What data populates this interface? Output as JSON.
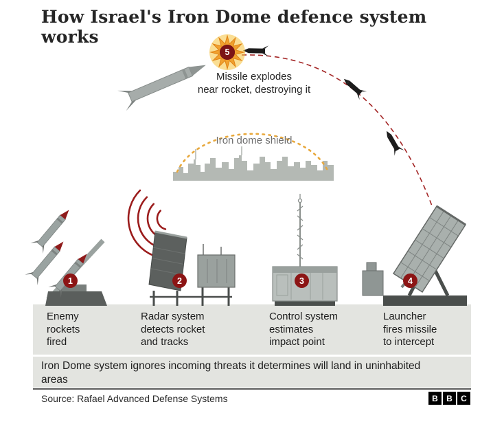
{
  "title": "How Israel's Iron Dome defence system works",
  "explosion": {
    "badge": "5",
    "caption": "Missile explodes\nnear rocket, destroying it"
  },
  "shield_label": "Iron dome shield",
  "steps": [
    {
      "badge": "1",
      "label": "Enemy\nrockets\nfired"
    },
    {
      "badge": "2",
      "label": "Radar system\ndetects rocket\nand tracks"
    },
    {
      "badge": "3",
      "label": "Control system\nestimates\nimpact point"
    },
    {
      "badge": "4",
      "label": "Launcher\nfires missile\nto intercept"
    }
  ],
  "footnote": "Iron Dome system ignores incoming threats it determines will land in uninhabited areas",
  "source": "Source: Rafael Advanced Defense Systems",
  "logo_letters": [
    "B",
    "B",
    "C"
  ],
  "colors": {
    "accent_red": "#9b1c1c",
    "badge_red": "#8c1515",
    "shield_orange": "#e8a83c",
    "band_gray": "#e3e4e0"
  }
}
